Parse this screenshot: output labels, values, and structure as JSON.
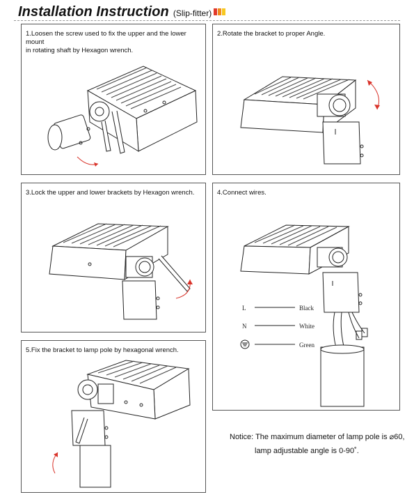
{
  "header": {
    "title": "Installation Instruction",
    "subtitle": "(Slip-fitter)",
    "swatch_colors": [
      "#e13a2b",
      "#f08a1d",
      "#f7c820"
    ]
  },
  "steps": [
    {
      "line1": "1.Loosen the screw used to fix the upper and the lower mount",
      "line2": "in rotating shaft by Hexagon wrench."
    },
    {
      "line1": "2.Rotate the bracket to proper Angle.",
      "line2": ""
    },
    {
      "line1": "3.Lock the upper and lower brackets by Hexagon wrench.",
      "line2": ""
    },
    {
      "line1": "4.Connect wires.",
      "line2": ""
    },
    {
      "line1": "5.Fix the bracket to lamp pole by hexagonal wrench.",
      "line2": ""
    }
  ],
  "wiring": [
    {
      "symbol": "L",
      "color": "Black"
    },
    {
      "symbol": "N",
      "color": "White"
    },
    {
      "symbol": "ground-symbol",
      "color": "Green"
    }
  ],
  "notice": {
    "line1": "Notice: The maximum diameter of lamp pole is ⌀60,",
    "line2": "lamp adjustable angle is 0-90˚."
  },
  "colors": {
    "arrow": "#d9342b",
    "line": "#222"
  }
}
